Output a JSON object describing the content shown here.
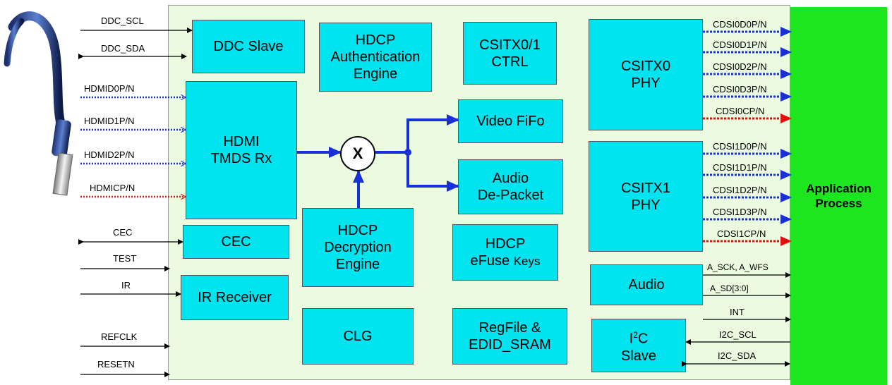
{
  "blocks": {
    "ddc_slave": "DDC Slave",
    "hdcp_auth": "HDCP\nAuthentication\nEngine",
    "csitx_ctrl": "CSITX0/1\nCTRL",
    "csitx0_phy": "CSITX0\nPHY",
    "hdmi_tmds": "HDMI\nTMDS Rx",
    "video_fifo": "Video FiFo",
    "audio_depacket": "Audio\nDe-Packet",
    "csitx1_phy": "CSITX1\nPHY",
    "cec": "CEC",
    "hdcp_decrypt": "HDCP\nDecryption\nEngine",
    "hdcp_efuse_top": "HDCP",
    "hdcp_efuse_efuse": "eFuse",
    "hdcp_efuse_keys": "Keys",
    "ir_receiver": "IR Receiver",
    "audio": "Audio",
    "clg": "CLG",
    "regfile": "RegFile  &\nEDID_SRAM",
    "i2c_i": "I",
    "i2c_sup": "2",
    "i2c_c": "C",
    "i2c_slave": "Slave",
    "mux": "X"
  },
  "app_block": "Application\nProcess",
  "left_signals": {
    "ddc_scl": "DDC_SCL",
    "ddc_sda": "DDC_SDA",
    "hdmid0": "HDMID0P/N",
    "hdmid1": "HDMID1P/N",
    "hdmid2": "HDMID2P/N",
    "hdmicp": "HDMICP/N",
    "cec": "CEC",
    "test": "TEST",
    "ir": "IR",
    "refclk": "REFCLK",
    "resetn": "RESETN"
  },
  "right_signals": {
    "cdsi0d0": "CDSI0D0P/N",
    "cdsi0d1": "CDSI0D1P/N",
    "cdsi0d2": "CDSI0D2P/N",
    "cdsi0d3": "CDSI0D3P/N",
    "cdsi0cp": "CDSI0CP/N",
    "cdsi1d0": "CDSI1D0P/N",
    "cdsi1d1": "CDSI1D1P/N",
    "cdsi1d2": "CDSI1D2P/N",
    "cdsi1d3": "CDSI1D3P/N",
    "cdsi1cp": "CDSI1CP/N",
    "a_sck": "A_SCK, A_WFS",
    "a_sd": "A_SD[3:0]",
    "int": "INT",
    "i2c_scl": "I2C_SCL",
    "i2c_sda": "I2C_SDA"
  },
  "colors": {
    "chip_bg": "#eafbe0",
    "block_fill": "#00e4ef",
    "app_fill": "#1ee61e",
    "data_lane": "#1a2fd6",
    "clock_lane": "#e01010",
    "bus_arrow": "#1730d8"
  },
  "icons": {
    "cable": "hdmi-cable-icon"
  }
}
